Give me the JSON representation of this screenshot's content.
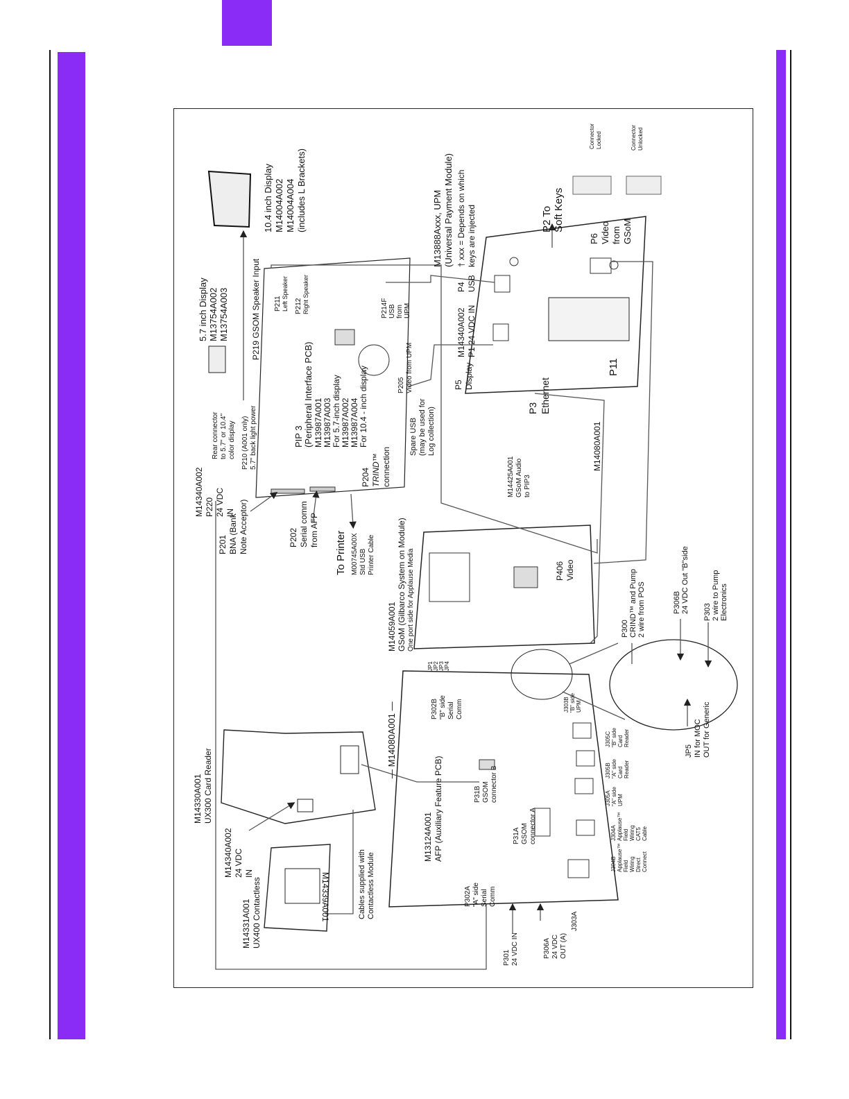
{
  "colors": {
    "accent": "#8a2cf5",
    "ink": "#111111"
  },
  "labels": {
    "display10": [
      "10.4 inch Display",
      "M14004A002",
      "M14004A004",
      "(includes L Brackets)"
    ],
    "display57": [
      "5.7 inch Display",
      "M13754A002",
      "M13754A003"
    ],
    "p219": "P219 GSOM Speaker Input",
    "p211": [
      "P211",
      "Left Speaker"
    ],
    "p212": [
      "P212",
      "Right Speaker"
    ],
    "p214f": [
      "P214F",
      "USB",
      "from",
      "UPM"
    ],
    "upm": [
      "M13888Axxx, UPM",
      "(Universal Payment Module)",
      "† xxx = Depends on which",
      "keys are injected"
    ],
    "p4": [
      "P4",
      "USB"
    ],
    "m14340_p1": [
      "M14340A002",
      "P1 24 VDC IN"
    ],
    "p2": [
      "P2 To",
      "Soft Keys"
    ],
    "p6": [
      "P6",
      "Video",
      "from",
      "GSoM"
    ],
    "p5": [
      "P5",
      "Display"
    ],
    "p3": [
      "P3",
      "Ethernet"
    ],
    "p11": "P11",
    "connector_locked": [
      "Connector",
      "Locked"
    ],
    "connector_unlocked": [
      "Connector",
      "Unlocked"
    ],
    "rear_conn": [
      "Rear connector",
      "to 5.7\" or 10.4\"",
      "color display"
    ],
    "p210": [
      "P210 (A001 only)",
      "5.7\" back light power"
    ],
    "pip3": [
      "PIP 3",
      "(Peripheral Interface PCB)",
      "M13987A001",
      "M13987A003",
      "For 5.7-inch display",
      "M13987A002",
      "M13987A004",
      "For 10.4 - inch display"
    ],
    "p205": [
      "P205",
      "Video from UPM"
    ],
    "spare_usb": [
      "Spare USB",
      "(may be used for",
      "Log collection)"
    ],
    "p204": [
      "P204",
      "TRIND™",
      "connection"
    ],
    "m14425": [
      "M14425A001",
      "GSoM Audio",
      "to PIP3"
    ],
    "m14080_right": "M14080A001",
    "m14340_p220": [
      "M14340A002",
      "P220",
      "24 VDC",
      "IN"
    ],
    "p201": [
      "P201",
      "BNA (Bank",
      "Note Acceptor)"
    ],
    "p202": [
      "P202",
      "Serial comm",
      "from AFP"
    ],
    "printer": [
      "To Printer",
      "M00745A00X",
      "Std USB",
      "Printer Cable"
    ],
    "gsom": [
      "M14059A001",
      "GSoM (Gilbarco System on Module)",
      "One port side for Applause Media"
    ],
    "p406": [
      "P406",
      "Video"
    ],
    "p300": [
      "P300",
      "CRIND™ and Pump",
      "2 wire from POS"
    ],
    "p306b": [
      "P306B",
      "24 VDC Out \"B\"side"
    ],
    "p303": [
      "P303",
      "2 wire to Pump",
      "Electronics"
    ],
    "jp5": [
      "JP5",
      "IN for MOC",
      "OUT for Generic"
    ],
    "jp": [
      "JP1",
      "JP2",
      "JP3",
      "JP4"
    ],
    "m14080_mid": "— M14080A001 —",
    "p302b": [
      "P302B",
      "\"B\" side",
      "Serial",
      "Comm"
    ],
    "j303b": [
      "J303B",
      "\"B\" side",
      "UPM"
    ],
    "j305c": [
      "J305C",
      "\"B\" side",
      "Card",
      "Reader"
    ],
    "j305b": [
      "J305B",
      "\"A\" side",
      "Card",
      "Reader"
    ],
    "j305a": [
      "J305A",
      "\"A\" side",
      "UPM"
    ],
    "j304a": [
      "J304A",
      "Applause™",
      "Field",
      "Wiring",
      "CAT5",
      "Cable"
    ],
    "j304b": [
      "J304B",
      "Applause™",
      "Field",
      "Wiring",
      "Direct",
      "Connect"
    ],
    "p31b": [
      "P31B",
      "GSOM",
      "connector B"
    ],
    "p31a": [
      "P31A",
      "GSOM",
      "connector A"
    ],
    "afp": [
      "M13124A001",
      "AFP (Auxiliary Feature PCB)"
    ],
    "p302a": [
      "P302A",
      "\"A\" side",
      "Serial",
      "Comm"
    ],
    "p301": [
      "P301",
      "24 VDC IN"
    ],
    "p306a": [
      "P306A",
      "24 VDC",
      "OUT (A)"
    ],
    "j303a": "J303A",
    "ux300": [
      "M14330A001",
      "UX300 Card Reader"
    ],
    "m14340_card": [
      "M14340A002",
      "24 VDC",
      "IN"
    ],
    "ux400": [
      "M14331A001",
      "UX400 Contactless"
    ],
    "cables": [
      "Cables supplied with",
      "Contactless Module"
    ],
    "m14339": "M14339A001"
  }
}
